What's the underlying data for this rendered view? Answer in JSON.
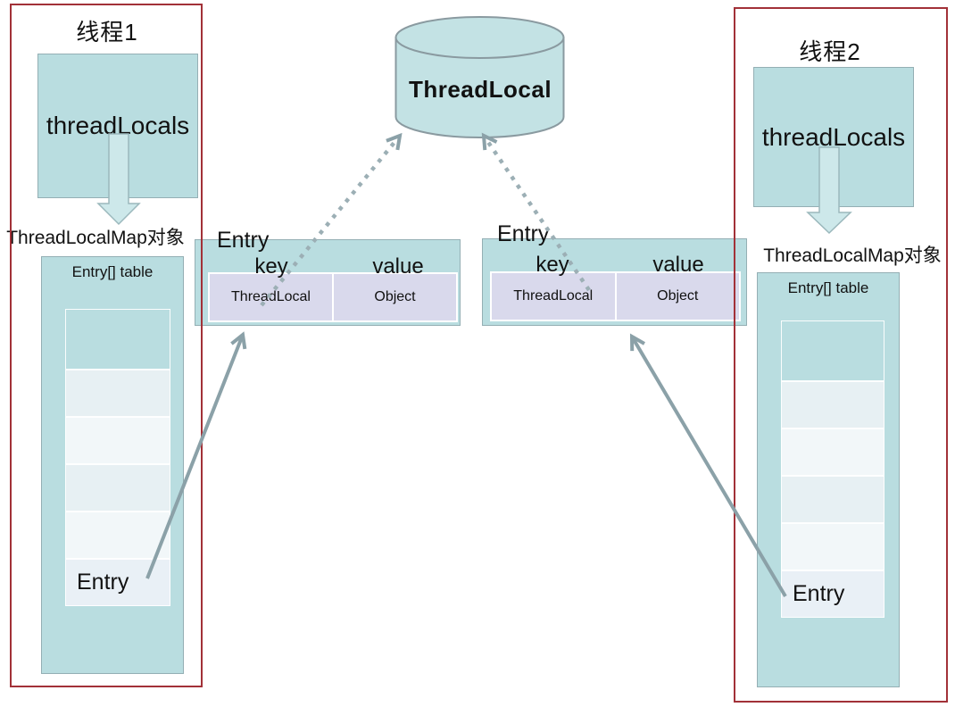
{
  "store": {
    "label": "ThreadLocal"
  },
  "thread1": {
    "title": "线程1",
    "var_box": "threadLocals",
    "map_label": "ThreadLocalMap对象",
    "table_title": "Entry[] table",
    "entry_cell": "Entry"
  },
  "thread2": {
    "title": "线程2",
    "var_box": "threadLocals",
    "map_label": "ThreadLocalMap对象",
    "table_title": "Entry[] table",
    "entry_cell": "Entry"
  },
  "entry_box_left": {
    "title": "Entry",
    "key_header": "key",
    "value_header": "value",
    "key_value": "ThreadLocal",
    "value_value": "Object"
  },
  "entry_box_right": {
    "title": "Entry",
    "key_header": "key",
    "value_header": "value",
    "key_value": "ThreadLocal",
    "value_value": "Object"
  },
  "colors": {
    "box_fill_teal": "#b9dde0",
    "cylinder_fill": "#c3e2e4",
    "kv_cell_lavender": "#d9d9ec",
    "frame_red": "#a23138",
    "arrow_gray": "#8ba1a8"
  }
}
